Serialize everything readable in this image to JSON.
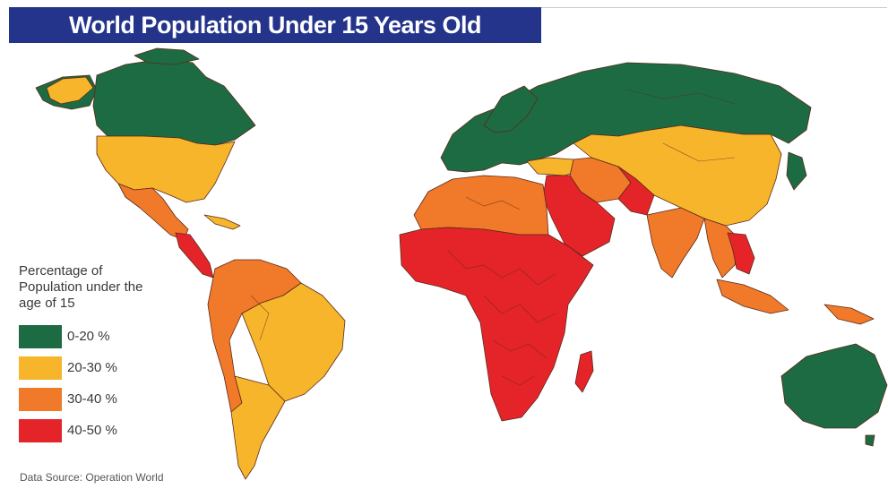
{
  "title": "World Population Under 15 Years Old",
  "legend": {
    "title": "Percentage of Population under the age of 15",
    "items": [
      {
        "label": "0-20 %",
        "color": "#1d6b42"
      },
      {
        "label": "20-30 %",
        "color": "#f7b52b"
      },
      {
        "label": "30-40 %",
        "color": "#f0792a"
      },
      {
        "label": "40-50 %",
        "color": "#e5242a"
      }
    ]
  },
  "source": "Data Source: Operation World",
  "colors": {
    "title_bg": "#23348a",
    "green": "#1d6b42",
    "yellow": "#f7b52b",
    "orange": "#f0792a",
    "red": "#e5242a",
    "border": "#5a2a1a"
  }
}
